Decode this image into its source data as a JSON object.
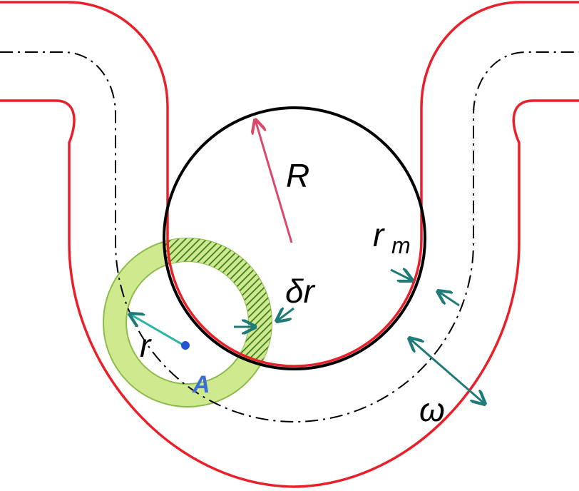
{
  "labels": {
    "R": "R",
    "r_m_base": "r",
    "r_m_sub": "m",
    "delta_r": "δr",
    "r": "r",
    "A": "A",
    "omega": "ω"
  },
  "colors": {
    "channel_wall": "#e8202a",
    "centerline": "#000000",
    "large_circle": "#000000",
    "radius_arrow": "#d94a6a",
    "dimension_arrows": "#1f7a78",
    "ring_fill": "#cfe98e",
    "ring_stroke": "#8dbb4a",
    "hatch": "#3c7a22",
    "point_A": "#2553d6",
    "label_A": "#3a6fd8",
    "text": "#000000"
  }
}
